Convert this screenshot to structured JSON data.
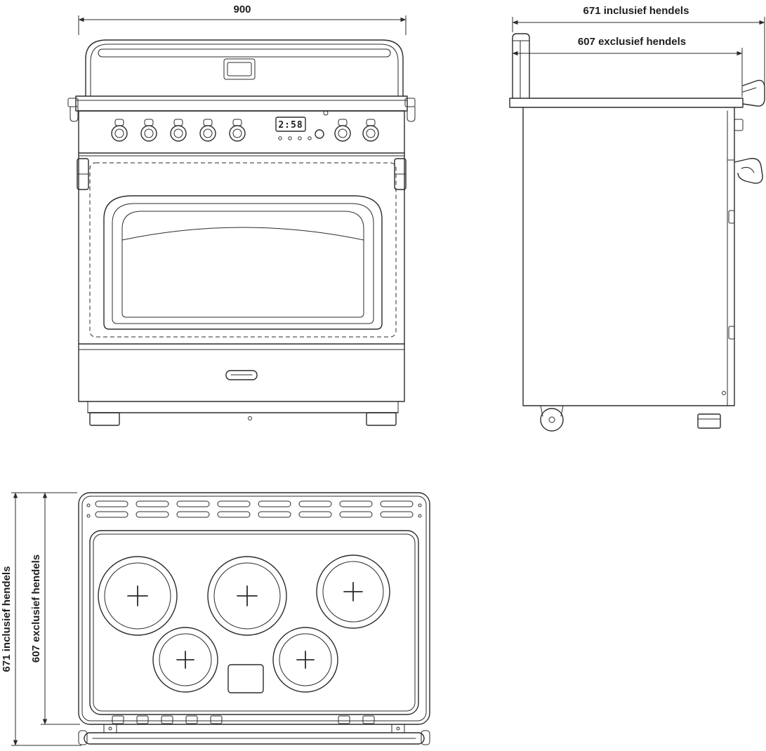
{
  "colors": {
    "line": "#2b2b2b",
    "background": "#ffffff"
  },
  "views": {
    "front": {
      "width_label": "900",
      "clock_display": "2:58"
    },
    "side": {
      "depth_including_handles_label": "671 inclusief hendels",
      "depth_excluding_handles_label": "607 exclusief hendels"
    },
    "top": {
      "depth_including_handles_label": "671 inclusief hendels",
      "depth_excluding_handles_label": "607 exclusief hendels"
    }
  }
}
